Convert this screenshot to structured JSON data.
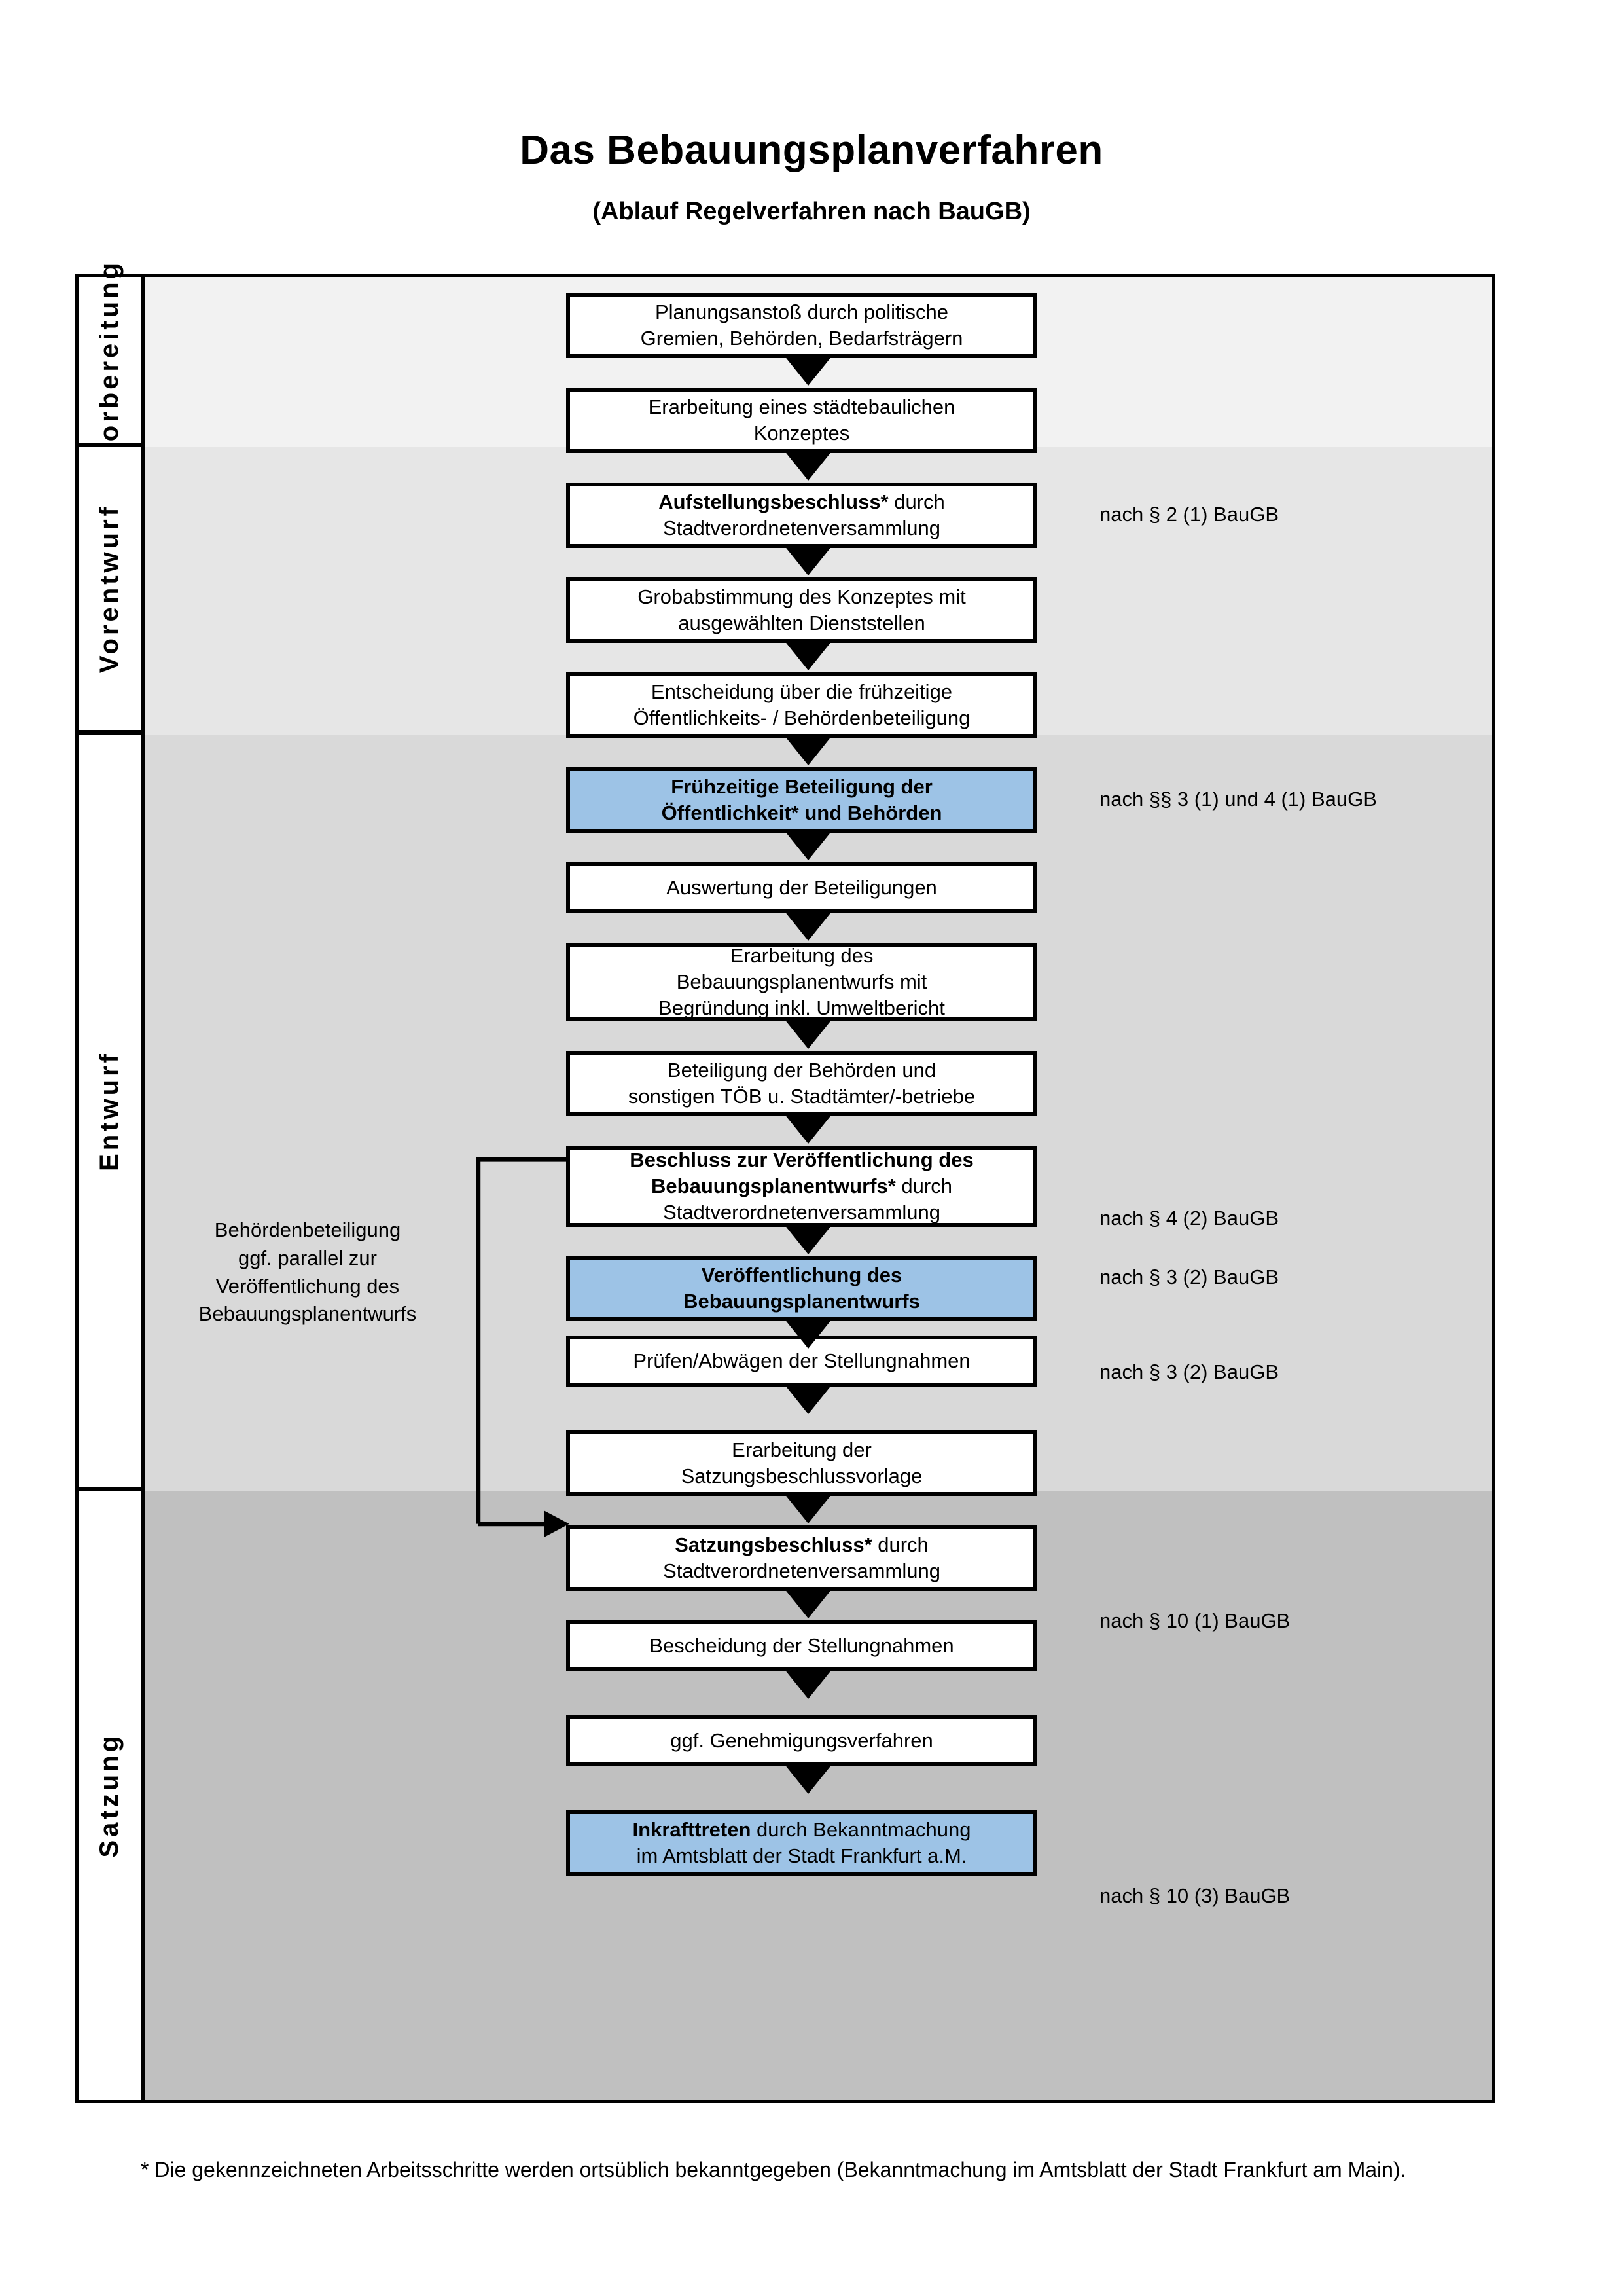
{
  "header": {
    "title": "Das Bebauungsplanverfahren",
    "subtitle": "(Ablauf Regelverfahren nach BauGB)"
  },
  "colors": {
    "highlight_blue": "#9DC3E6",
    "band_vorbereitung": "#F2F2F2",
    "band_vorentwurf": "#E6E6E6",
    "band_entwurf": "#D9D9D9",
    "band_satzung": "#C0C0C0",
    "outline": "#000000"
  },
  "phases": [
    {
      "label": "Vorbereitung"
    },
    {
      "label": "Vorentwurf"
    },
    {
      "label": "Entwurf"
    },
    {
      "label": "Satzung"
    }
  ],
  "steps": [
    {
      "id": "planungsanstoss",
      "phase": "Vorbereitung",
      "highlight": false,
      "lines": [
        "Planungsanstoß durch politische",
        "Gremien, Behörden, Bedarfsträgern"
      ],
      "bold_prefix": ""
    },
    {
      "id": "staedtebauliches-konzept",
      "phase": "Vorbereitung",
      "highlight": false,
      "lines": [
        "Erarbeitung eines städtebaulichen",
        "Konzeptes"
      ],
      "bold_prefix": ""
    },
    {
      "id": "aufstellungsbeschluss",
      "phase": "Vorbereitung",
      "highlight": false,
      "bold_prefix": "Aufstellungsbeschluss*",
      "rest_first_line": " durch",
      "lines": [
        "Aufstellungsbeschluss* durch",
        "Stadtverordnetenversammlung"
      ]
    },
    {
      "id": "grobabstimmung",
      "phase": "Vorentwurf",
      "highlight": false,
      "lines": [
        "Grobabstimmung des Konzeptes mit",
        "ausgewählten Dienststellen"
      ],
      "bold_prefix": ""
    },
    {
      "id": "entscheidung-fruehzeitige",
      "phase": "Vorentwurf",
      "highlight": false,
      "lines": [
        "Entscheidung über die frühzeitige",
        "Öffentlichkeits- / Behördenbeteiligung"
      ],
      "bold_prefix": ""
    },
    {
      "id": "fruehzeitige-beteiligung",
      "phase": "Vorentwurf",
      "highlight": true,
      "lines": [
        "Frühzeitige Beteiligung der",
        "Öffentlichkeit* und Behörden"
      ],
      "bold_all": true
    },
    {
      "id": "auswertung-beteiligungen",
      "phase": "Entwurf",
      "highlight": false,
      "lines": [
        "Auswertung der Beteiligungen"
      ],
      "bold_prefix": ""
    },
    {
      "id": "erarbeitung-bplan-entwurf",
      "phase": "Entwurf",
      "highlight": false,
      "lines": [
        "Erarbeitung des",
        "Bebauungsplanentwurfs mit",
        "Begründung inkl. Umweltbericht"
      ],
      "bold_prefix": ""
    },
    {
      "id": "beteiligung-behoerden-toeb",
      "phase": "Entwurf",
      "highlight": false,
      "lines": [
        "Beteiligung der Behörden und",
        "sonstigen TÖB u. Stadtämter/-betriebe"
      ],
      "bold_prefix": ""
    },
    {
      "id": "beschluss-veroeffentlichung",
      "phase": "Entwurf",
      "highlight": false,
      "bold_prefix": "Beschluss zur Veröffentlichung des Bebauungsplanentwurfs*",
      "rest_first_line": " durch",
      "lines": [
        "Beschluss zur Veröffentlichung des",
        "Bebauungsplanentwurfs* durch",
        "Stadtverordnetenversammlung"
      ]
    },
    {
      "id": "veroeffentlichung-bplan-entwurf",
      "phase": "Entwurf",
      "highlight": true,
      "lines": [
        "Veröffentlichung des",
        "Bebauungsplanentwurfs"
      ],
      "bold_all": true
    },
    {
      "id": "pruefen-abwaegen",
      "phase": "Satzung",
      "highlight": false,
      "lines": [
        "Prüfen/Abwägen der Stellungnahmen"
      ],
      "bold_prefix": ""
    },
    {
      "id": "erarbeitung-satzungsvorlage",
      "phase": "Satzung",
      "highlight": false,
      "lines": [
        "Erarbeitung der",
        "Satzungsbeschlussvorlage"
      ],
      "bold_prefix": ""
    },
    {
      "id": "satzungsbeschluss",
      "phase": "Satzung",
      "highlight": false,
      "bold_prefix": "Satzungsbeschluss*",
      "rest_first_line": " durch",
      "lines": [
        "Satzungsbeschluss* durch",
        "Stadtverordnetenversammlung"
      ]
    },
    {
      "id": "bescheidung-stellungnahmen",
      "phase": "Satzung",
      "highlight": false,
      "lines": [
        "Bescheidung der Stellungnahmen"
      ],
      "bold_prefix": ""
    },
    {
      "id": "genehmigungsverfahren",
      "phase": "Satzung",
      "highlight": false,
      "lines": [
        "ggf. Genehmigungsverfahren"
      ],
      "bold_prefix": ""
    },
    {
      "id": "inkrafttreten",
      "phase": "Satzung",
      "highlight": true,
      "bold_prefix": "Inkrafttreten",
      "rest_first_line": " durch Bekanntmachung",
      "lines": [
        "Inkrafttreten durch Bekanntmachung",
        "im Amtsblatt der Stadt Frankfurt a.M."
      ]
    }
  ],
  "annotations": [
    {
      "id": "law-1",
      "text": "nach § 2 (1) BauGB"
    },
    {
      "id": "law-2",
      "text": "nach §§ 3 (1) und 4 (1) BauGB"
    },
    {
      "id": "law-3",
      "text": "nach § 4 (2) BauGB"
    },
    {
      "id": "law-4",
      "text": "nach § 3 (2) BauGB"
    },
    {
      "id": "law-5",
      "text": "nach § 3 (2) BauGB"
    },
    {
      "id": "law-6",
      "text": "nach § 10 (1) BauGB"
    },
    {
      "id": "law-7",
      "text": "nach § 10 (3) BauGB"
    }
  ],
  "side_note": {
    "lines": [
      "Behördenbeteiligung",
      "ggf. parallel zur",
      "Veröffentlichung des",
      "Bebauungsplanentwurfs"
    ]
  },
  "footnote": {
    "text": "* Die gekennzeichneten Arbeitsschritte werden ortsüblich bekanntgegeben (Bekanntmachung im Amtsblatt  der Stadt Frankfurt am Main)."
  }
}
